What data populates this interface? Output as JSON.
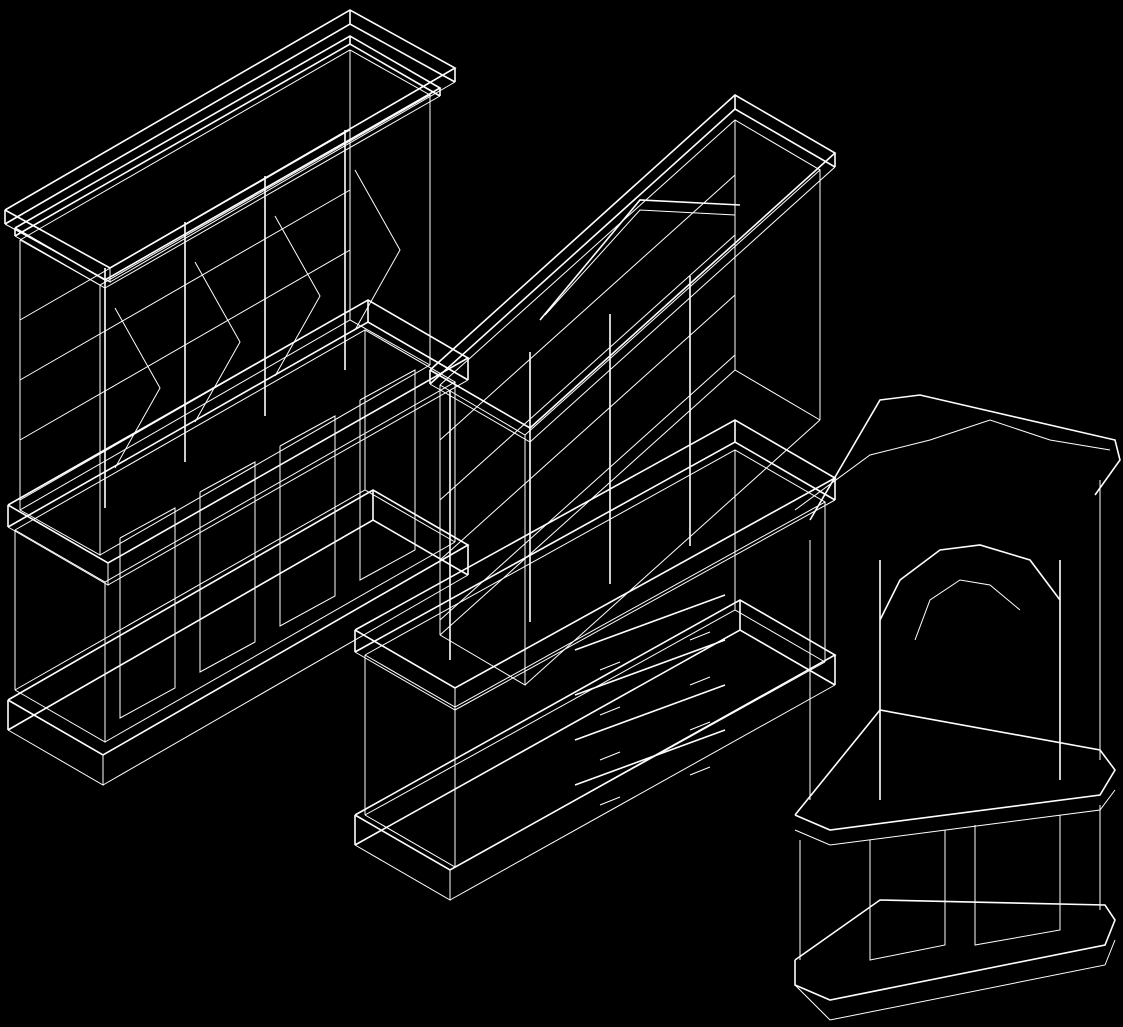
{
  "drawing": {
    "background_color": "#000000",
    "line_color": "#ffffff",
    "objects": [
      {
        "name": "bookcase-left-glazed"
      },
      {
        "name": "bookcase-center-pediment-with-drawers"
      },
      {
        "name": "corner-cabinet-arched"
      }
    ]
  }
}
